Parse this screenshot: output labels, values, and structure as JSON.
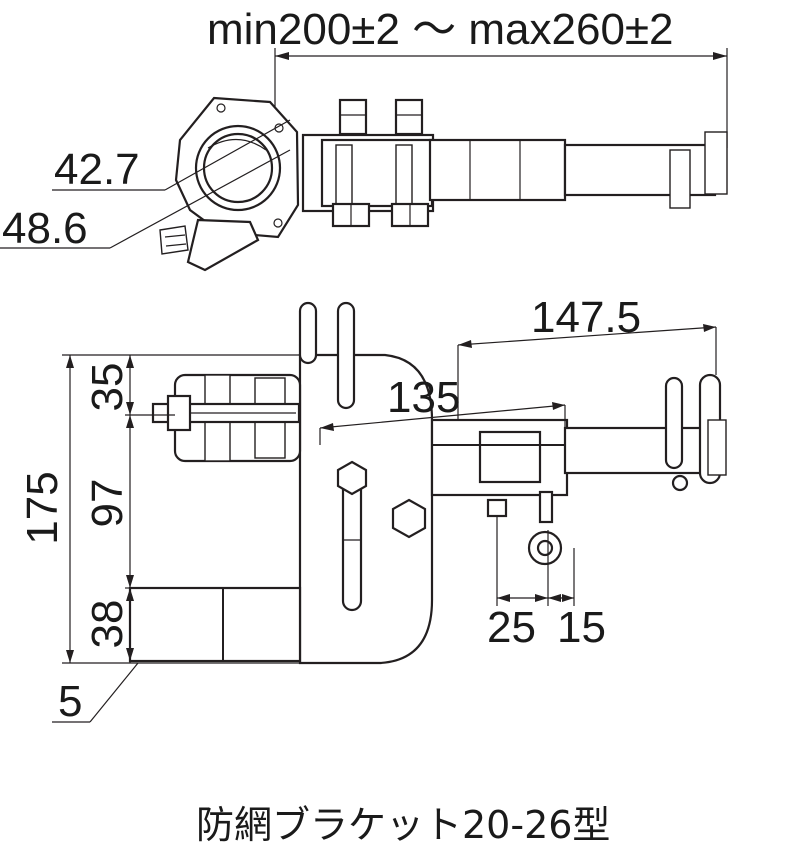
{
  "title": "防網ブラケット20-26型",
  "dimensions": {
    "span": "min200±2 ～ max260±2",
    "pipe_inner": "42.7",
    "pipe_outer": "48.6",
    "arm_long": "147.5",
    "arm_short": "135",
    "total_height": "175",
    "top_section": "35",
    "mid_section": "97",
    "bottom_section": "38",
    "offset": "5",
    "bolt_gap": "25",
    "eye_gap": "15"
  }
}
